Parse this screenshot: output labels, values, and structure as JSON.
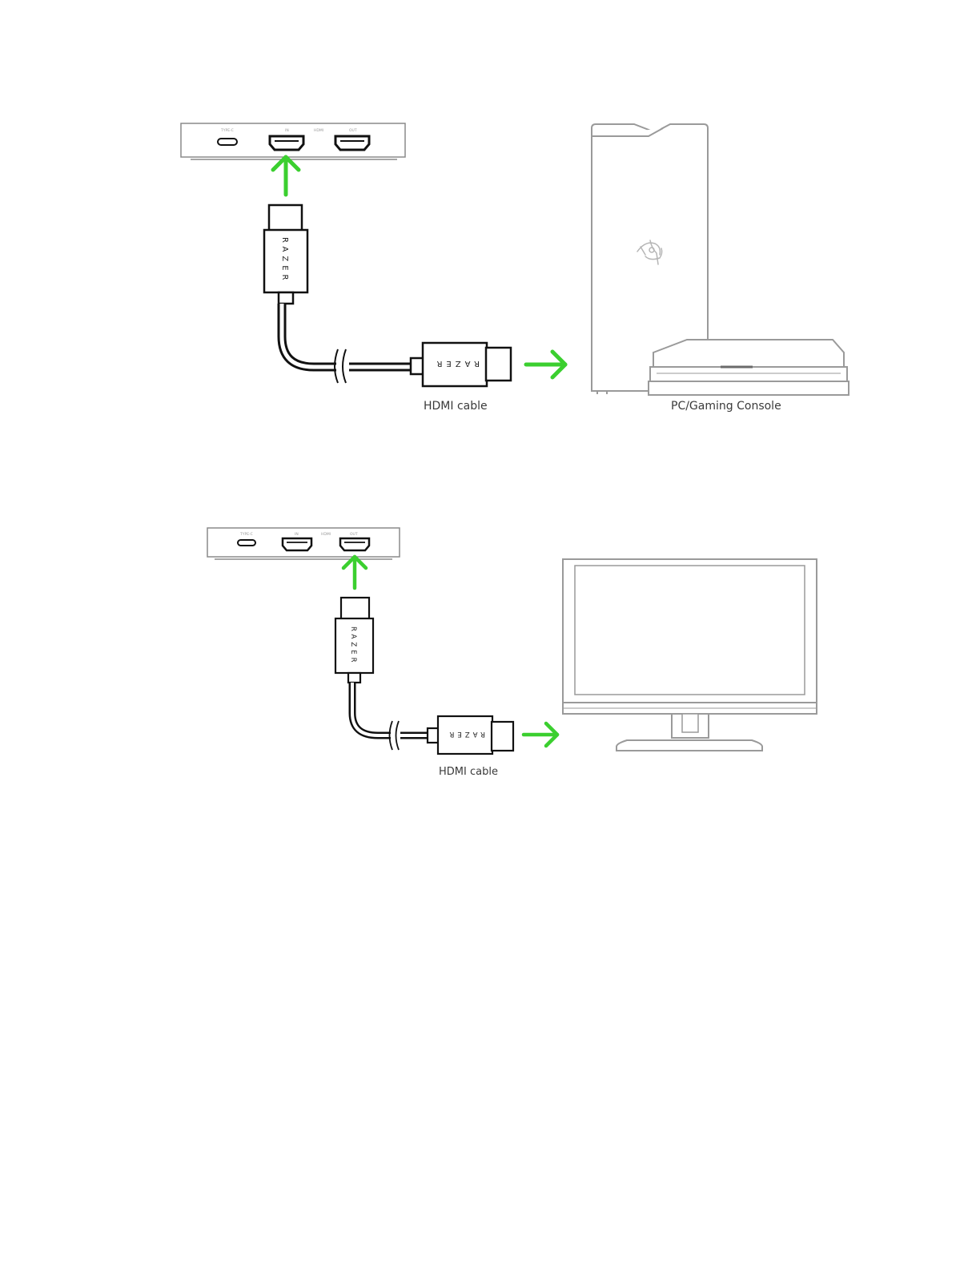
{
  "colors": {
    "arrow": "#3bcf2f",
    "line": "#111111",
    "device_line": "#9a9a9a",
    "caption_text": "#3a3a3a"
  },
  "diagram_1": {
    "port_labels": [
      "TYPE-C",
      "IN",
      "HDMI",
      "OUT"
    ],
    "cable_brand": "RAZER",
    "cable_label": "HDMI cable",
    "device_label": "PC/Gaming Console",
    "device_icon": "razer-logo-icon"
  },
  "diagram_2": {
    "port_labels": [
      "TYPE-C",
      "IN",
      "HDMI",
      "OUT"
    ],
    "cable_brand": "RAZER",
    "cable_label": "HDMI cable",
    "device_icon": "monitor-icon"
  }
}
